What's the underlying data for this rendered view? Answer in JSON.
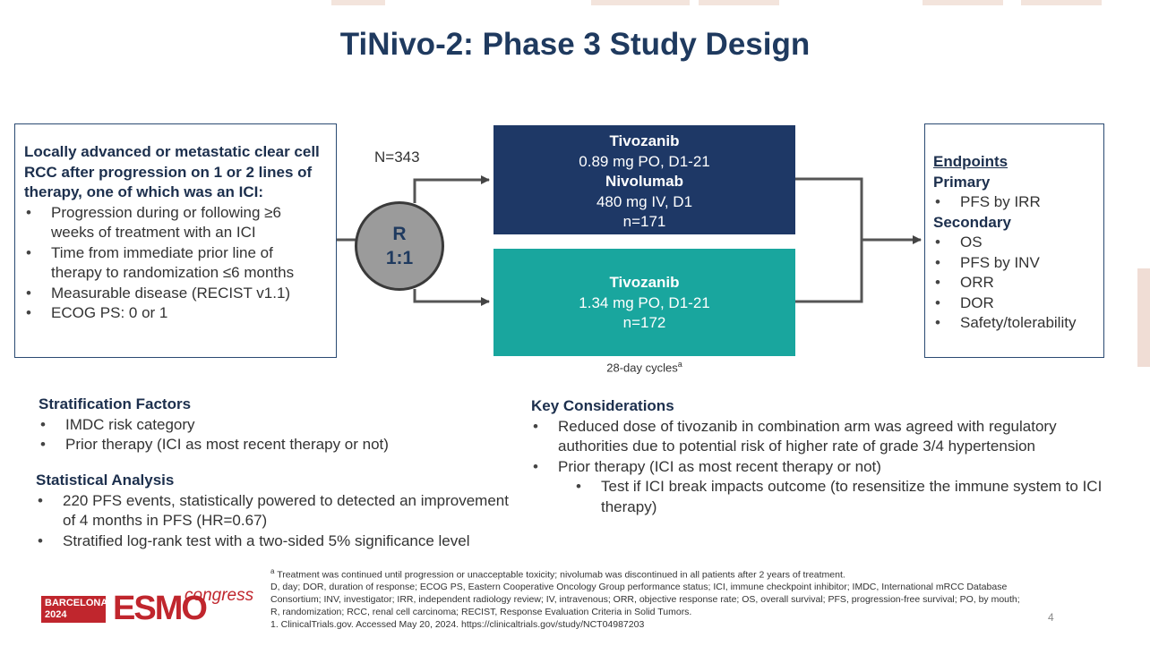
{
  "title": "TiNivo-2: Phase 3 Study Design",
  "eligibility": {
    "heading": "Locally advanced or metastatic clear cell RCC after progression on 1 or 2 lines of therapy, one of which was an ICI:",
    "items": [
      "Progression during or following ≥6 weeks of treatment with an ICI",
      "Time from immediate prior line of therapy to randomization ≤6 months",
      "Measurable disease (RECIST v1.1)",
      "ECOG PS: 0 or 1"
    ]
  },
  "n_label": "N=343",
  "randomization": {
    "letter": "R",
    "ratio": "1:1"
  },
  "arms": [
    {
      "drug1": "Tivozanib",
      "dose1": "0.89 mg PO, D1-21",
      "drug2": "Nivolumab",
      "dose2": "480 mg IV, D1",
      "n": "n=171",
      "color": "#1e3866"
    },
    {
      "drug1": "Tivozanib",
      "dose1": "1.34 mg PO, D1-21",
      "n": "n=172",
      "color": "#19a69e"
    }
  ],
  "cycles": {
    "text": "28-day cycles",
    "footnote_mark": "a"
  },
  "endpoints": {
    "heading": "Endpoints",
    "primary_label": "Primary",
    "primary": [
      "PFS by IRR"
    ],
    "secondary_label": "Secondary",
    "secondary": [
      "OS",
      "PFS by INV",
      "ORR",
      "DOR",
      "Safety/tolerability"
    ]
  },
  "stratification": {
    "heading": "Stratification Factors",
    "items": [
      "IMDC risk category",
      "Prior therapy (ICI as most recent therapy or not)"
    ]
  },
  "statistical": {
    "heading": "Statistical Analysis",
    "items": [
      "220 PFS events, statistically powered to detected an improvement of 4 months in PFS (HR=0.67)",
      "Stratified log-rank test with a two-sided 5% significance level"
    ]
  },
  "key_considerations": {
    "heading": "Key Considerations",
    "items": [
      "Reduced dose of tivozanib in combination arm was agreed with regulatory authorities due to potential risk of higher rate of grade 3/4 hypertension",
      "Prior therapy (ICI as most recent therapy or not)"
    ],
    "subitem": "Test if ICI break impacts outcome (to resensitize the immune system to ICI therapy)"
  },
  "footnotes": {
    "mark": "a",
    "a": "Treatment was continued until progression or unacceptable toxicity; nivolumab was discontinued in all patients after 2 years of treatment.",
    "abbrev": "D, day; DOR, duration of response; ECOG PS, Eastern Cooperative Oncology Group performance status; ICI, immune checkpoint inhibitor; IMDC, International mRCC Database Consortium; INV, investigator; IRR, independent radiology review; IV, intravenous; ORR, objective response rate; OS, overall survival; PFS, progression-free survival; PO, by mouth; R, randomization; RCC, renal cell carcinoma; RECIST, Response Evaluation Criteria in Solid Tumors.",
    "ref": "1.   ClinicalTrials.gov. Accessed May 20, 2024. https://clinicaltrials.gov/study/NCT04987203"
  },
  "page_number": "4",
  "logo": {
    "city": "BARCELONA",
    "year": "2024",
    "brand": "ESMO",
    "event": "congress",
    "color": "#c0262d"
  },
  "colors": {
    "title": "#1f3a5f",
    "navy": "#1e3866",
    "teal": "#19a69e",
    "border": "#2a4a72"
  }
}
